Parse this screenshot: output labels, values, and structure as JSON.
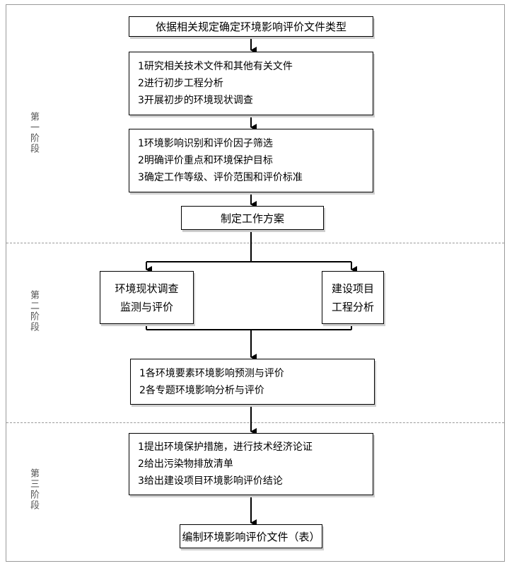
{
  "stages": [
    {
      "label": "第一阶段"
    },
    {
      "label": "第二阶段"
    },
    {
      "label": "第三阶段"
    }
  ],
  "boxes": {
    "determine_type": "依据相关规定确定环境影响评价文件类型",
    "stage1_study": [
      "1研究相关技术文件和其他有关文件",
      "2进行初步工程分析",
      "3开展初步的环境现状调查"
    ],
    "stage1_identify": [
      "1环境影响识别和评价因子筛选",
      "2明确评价重点和环境保护目标",
      "3确定工作等级、评价范围和评价标准"
    ],
    "work_plan": "制定工作方案",
    "survey": [
      "环境现状调查",
      "监测与评价"
    ],
    "project": [
      "建设项目",
      "工程分析"
    ],
    "stage2_predict": [
      "1各环境要素环境影响预测与评价",
      "2各专题环境影响分析与评价"
    ],
    "stage3_measures": [
      "1提出环境保护措施，进行技术经济论证",
      "2给出污染物排放清单",
      "3给出建设项目环境影响评价结论"
    ],
    "final_report": "编制环境影响评价文件（表）"
  },
  "colors": {
    "border": "#000000",
    "frame": "#9a9a9a",
    "stage_label": "#555555"
  }
}
